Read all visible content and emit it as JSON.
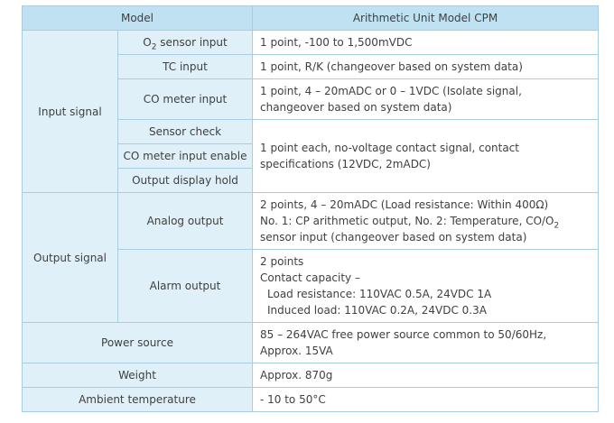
{
  "header": {
    "model_label": "Model",
    "product_name": "Arithmetic Unit Model CPM"
  },
  "input_signal": {
    "label": "Input signal",
    "o2_sensor": {
      "label_prefix": "O",
      "label_sub": "2",
      "label_suffix": " sensor input",
      "value": "1 point, -100 to 1,500mVDC"
    },
    "tc_input": {
      "label": "TC input",
      "value": "1 point, R/K (changeover based on system data)"
    },
    "co_meter_input": {
      "label": "CO meter input",
      "value_line1": "1 point, 4 – 20mADC or 0 – 1VDC (Isolate signal,",
      "value_line2": "changeover based on system data)"
    },
    "sensor_check": {
      "label": "Sensor check"
    },
    "co_meter_enable": {
      "label": "CO meter input enable"
    },
    "output_display_hold": {
      "label": "Output display hold"
    },
    "contact_value_line1": "1 point each, no-voltage contact signal, contact",
    "contact_value_line2": "specifications (12VDC, 2mADC)"
  },
  "output_signal": {
    "label": "Output signal",
    "analog_output": {
      "label": "Analog output",
      "value_line1": "2 points, 4 – 20mADC (Load resistance: Within 400Ω)",
      "value_line2_prefix": "No. 1: CP arithmetic output, No. 2: Temperature, CO/O",
      "value_line2_sub": "2",
      "value_line3": "sensor input (changeover based on system data)"
    },
    "alarm_output": {
      "label": "Alarm output",
      "value_line1": "2 points",
      "value_line2": "Contact capacity –",
      "value_line3": "Load resistance: 110VAC 0.5A, 24VDC 1A",
      "value_line4": "Induced load: 110VAC 0.2A, 24VDC 0.3A"
    }
  },
  "power_source": {
    "label": "Power source",
    "value_line1": "85 – 264VAC free power source common to 50/60Hz,",
    "value_line2": "Approx. 15VA"
  },
  "weight": {
    "label": "Weight",
    "value": "Approx. 870g"
  },
  "ambient_temperature": {
    "label": "Ambient temperature",
    "value": "- 10 to 50°C"
  }
}
